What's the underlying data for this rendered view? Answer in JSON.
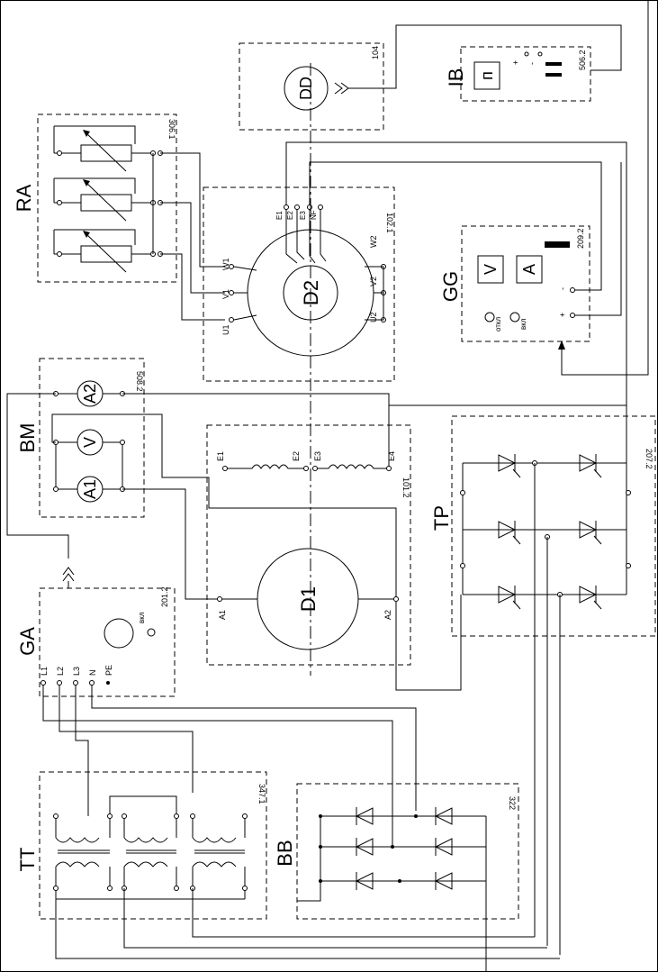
{
  "blocks": {
    "DD": {
      "title": "DD",
      "code": "104"
    },
    "IB": {
      "title": "IB",
      "code": "506.2",
      "pulse": "п",
      "plus": "+",
      "minus": "-"
    },
    "RA": {
      "title": "RA",
      "code": "306.1"
    },
    "D2": {
      "title": "D2",
      "code": "102.1",
      "stator": [
        "W1",
        "V1",
        "U1",
        "W2",
        "V2",
        "U2"
      ],
      "field": [
        "E1",
        "E2",
        "E3",
        "NF"
      ]
    },
    "GG": {
      "title": "GG",
      "code": "209.2",
      "v": "V",
      "a": "A",
      "minus": "-",
      "plus": "+",
      "off": "откл",
      "on": "вкл"
    },
    "BM": {
      "title": "BM",
      "code": "508.2",
      "a2": "A2",
      "v": "V",
      "a1": "A1"
    },
    "D1": {
      "title": "D1",
      "code": "101.2",
      "field": [
        "E1",
        "E2",
        "E3",
        "E4"
      ],
      "arm": [
        "A1",
        "A2"
      ]
    },
    "TP": {
      "title": "TP",
      "code": "207.2"
    },
    "GA": {
      "title": "GA",
      "code": "201.2",
      "on": "вкл",
      "terms": [
        "L1",
        "L2",
        "L3",
        "N",
        "PE"
      ]
    },
    "TT": {
      "title": "TT",
      "code": "347.1"
    },
    "BB": {
      "title": "BB",
      "code": "322"
    }
  }
}
